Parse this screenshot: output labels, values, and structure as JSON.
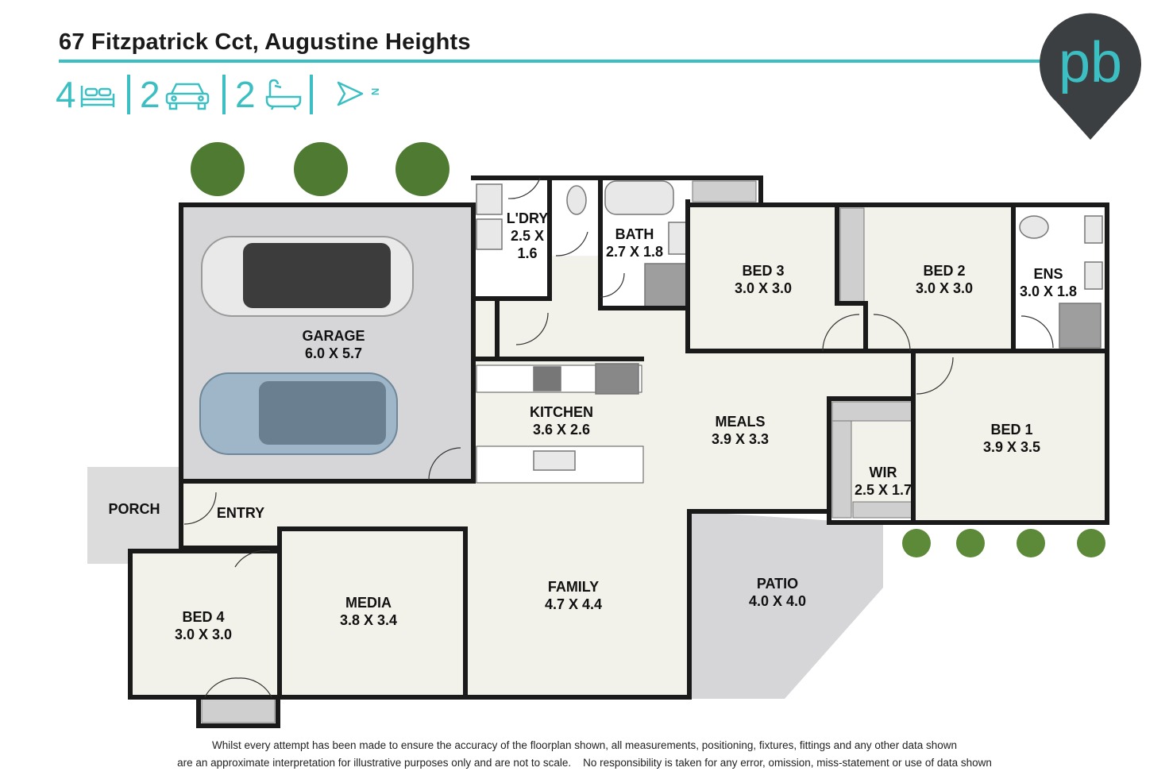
{
  "header": {
    "address": "67 Fitzpatrick Cct, Augustine Heights",
    "bedrooms": "4",
    "garage_spaces": "2",
    "bathrooms": "2",
    "north_label": "N"
  },
  "brand": {
    "logo_text": "pb",
    "accent_color": "#3cbfc2",
    "pin_color": "#3b3f42"
  },
  "rooms": {
    "garage": {
      "name": "GARAGE",
      "size": "6.0 X 5.7"
    },
    "laundry": {
      "name": "L'DRY",
      "size": "2.5 X",
      "size2": "1.6"
    },
    "bath": {
      "name": "BATH",
      "size": "2.7 X 1.8"
    },
    "bed3": {
      "name": "BED 3",
      "size": "3.0 X 3.0"
    },
    "bed2": {
      "name": "BED 2",
      "size": "3.0 X 3.0"
    },
    "ens": {
      "name": "ENS",
      "size": "3.0 X 1.8"
    },
    "kitchen": {
      "name": "KITCHEN",
      "size": "3.6 X 2.6"
    },
    "meals": {
      "name": "MEALS",
      "size": "3.9 X 3.3"
    },
    "wir": {
      "name": "WIR",
      "size": "2.5 X 1.7"
    },
    "bed1": {
      "name": "BED 1",
      "size": "3.9 X 3.5"
    },
    "porch": {
      "name": "PORCH"
    },
    "entry": {
      "name": "ENTRY"
    },
    "family": {
      "name": "FAMILY",
      "size": "4.7 X 4.4"
    },
    "patio": {
      "name": "PATIO",
      "size": "4.0 X 4.0"
    },
    "bed4": {
      "name": "BED 4",
      "size": "3.0 X 3.0"
    },
    "media": {
      "name": "MEDIA",
      "size": "3.8 X 3.4"
    }
  },
  "icons": [
    "bed-icon",
    "car-icon",
    "bath-icon",
    "north-arrow-icon",
    "location-pin-icon"
  ],
  "disclaimer": {
    "line1": "Whilst every attempt has been made to ensure the accuracy of the floorplan shown, all measurements, positioning, fixtures, fittings and any other data shown",
    "line2": "are an approximate interpretation for illustrative purposes only and are not to scale.    No responsibility is taken for any error, omission, miss-statement or use of data shown"
  }
}
